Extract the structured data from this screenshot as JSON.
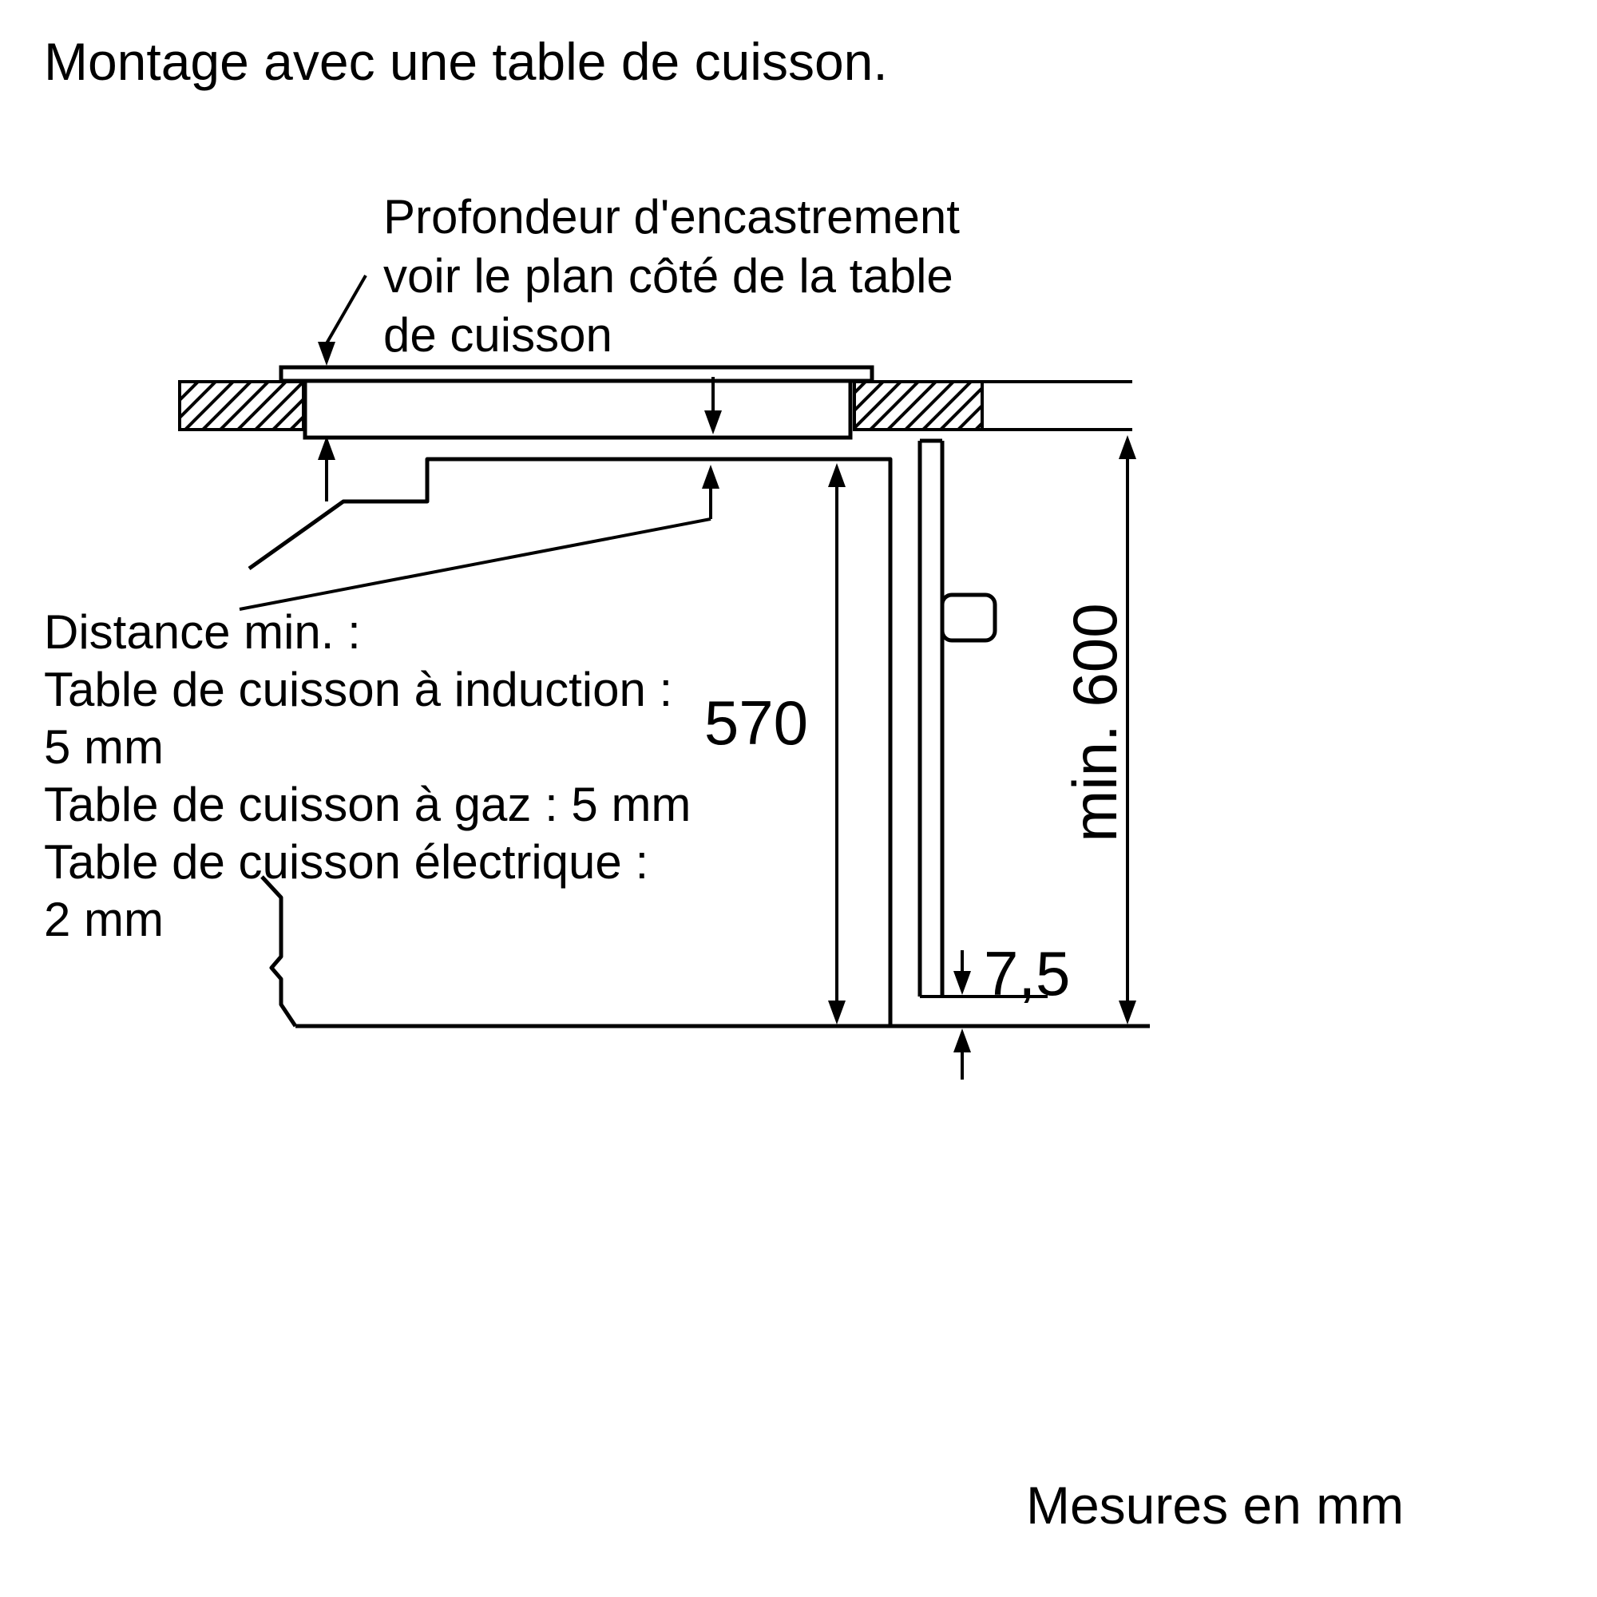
{
  "title": "Montage avec une table de cuisson.",
  "annotation": {
    "lines": [
      "Profondeur d'encastrement",
      "voir le plan côté de la table",
      "de cuisson"
    ]
  },
  "note": {
    "lines": [
      "Distance min. :",
      "Table de cuisson à induction :",
      "5 mm",
      "Table de cuisson à gaz : 5 mm",
      "Table de cuisson électrique :",
      "2 mm"
    ]
  },
  "dimensions": {
    "oven_height": "570",
    "niche_height": "min. 600",
    "bottom_gap": "7,5"
  },
  "footer": "Mesures en mm",
  "colors": {
    "line": "#000000",
    "background": "#ffffff"
  }
}
